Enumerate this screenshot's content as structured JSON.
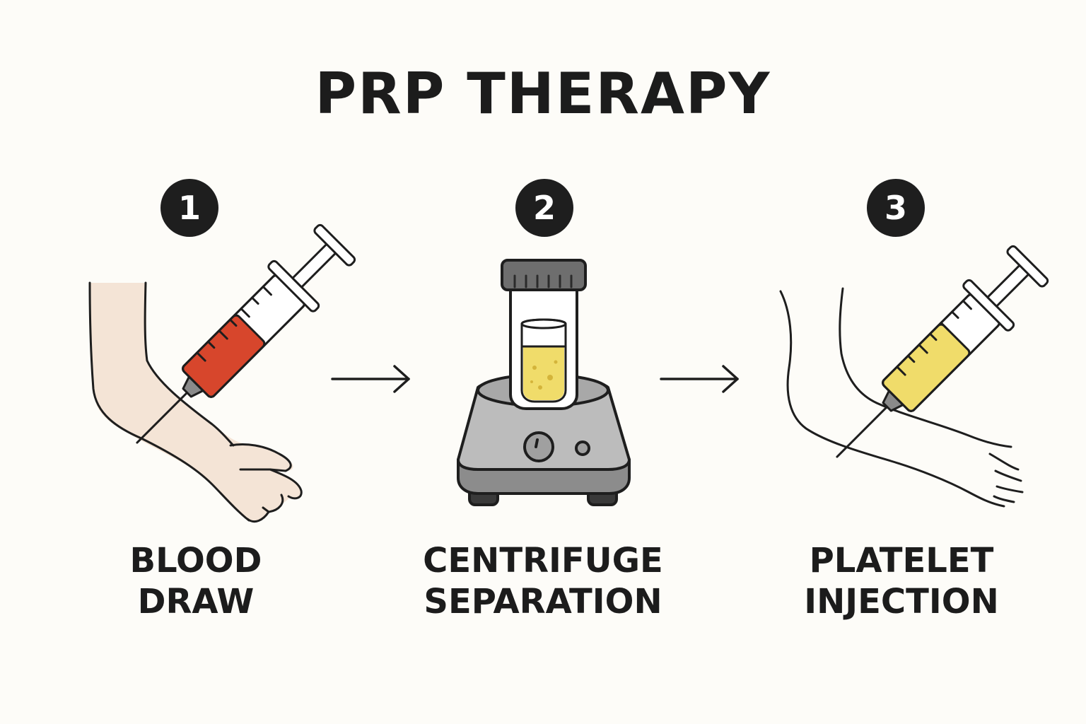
{
  "title": "PRP THERAPY",
  "steps": [
    {
      "number": "1",
      "line1": "BLOOD",
      "line2": "DRAW",
      "icon": "arm-blood-draw-syringe-icon"
    },
    {
      "number": "2",
      "line1": "CENTRIFUGE",
      "line2": "SEPARATION",
      "icon": "centrifuge-icon"
    },
    {
      "number": "3",
      "line1": "PLATELET",
      "line2": "INJECTION",
      "icon": "arm-injection-syringe-icon"
    }
  ],
  "colors": {
    "background": "#fdfcf8",
    "ink": "#1e1e1e",
    "blood": "#d7462c",
    "plasma": "#f0dc6a",
    "skin": "#f4e4d6",
    "machine": "#bcbcbc"
  }
}
